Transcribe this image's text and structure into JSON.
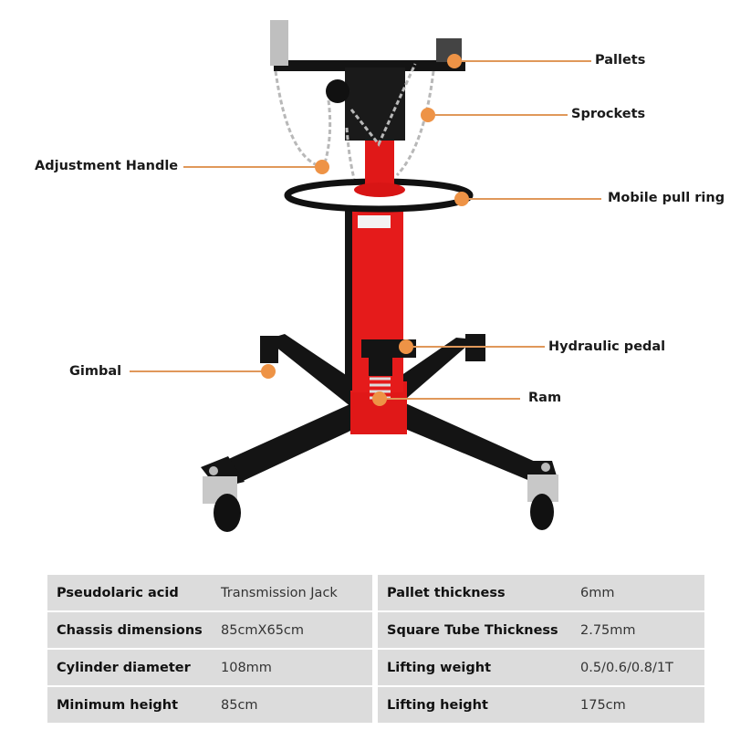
{
  "product": {
    "name": "Transmission Jack",
    "colors": {
      "accent_dot": "#ee9346",
      "leader_line": "#e0985a",
      "body_red": "#e01818",
      "base_black": "#111111",
      "table_bg": "#dcdcdc"
    }
  },
  "callouts": [
    {
      "label": "Pallets",
      "side": "right"
    },
    {
      "label": "Sprockets",
      "side": "right"
    },
    {
      "label": "Adjustment Handle",
      "side": "left"
    },
    {
      "label": "Mobile pull ring",
      "side": "right"
    },
    {
      "label": "Hydraulic pedal",
      "side": "right"
    },
    {
      "label": "Gimbal",
      "side": "left"
    },
    {
      "label": "Ram",
      "side": "right"
    }
  ],
  "specs": {
    "left": [
      {
        "key": "Pseudolaric acid",
        "value": "Transmission Jack"
      },
      {
        "key": "Chassis dimensions",
        "value": "85cmX65cm"
      },
      {
        "key": "Cylinder diameter",
        "value": "108mm"
      },
      {
        "key": "Minimum height",
        "value": "85cm"
      }
    ],
    "right": [
      {
        "key": "Pallet thickness",
        "value": "6mm"
      },
      {
        "key": "Square Tube Thickness",
        "value": "2.75mm"
      },
      {
        "key": "Lifting weight",
        "value": "0.5/0.6/0.8/1T"
      },
      {
        "key": "Lifting height",
        "value": "175cm"
      }
    ]
  }
}
